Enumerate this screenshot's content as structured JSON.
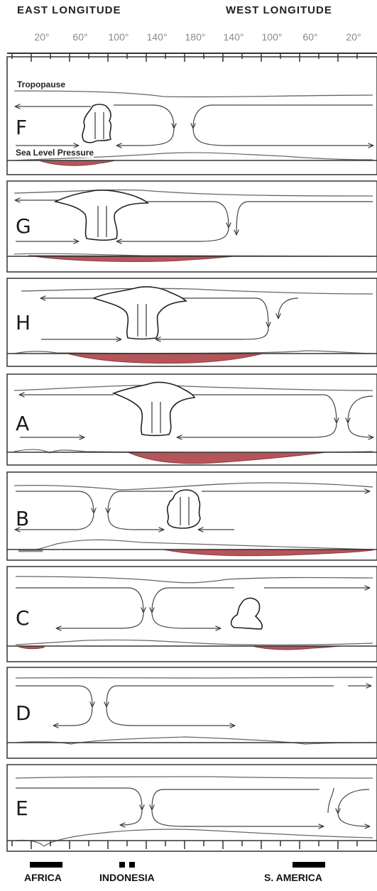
{
  "header": {
    "east": "EAST LONGITUDE",
    "west": "WEST LONGITUDE"
  },
  "ticks": [
    "20°",
    "60°",
    "100°",
    "140°",
    "180°",
    "140°",
    "100°",
    "60°",
    "20°"
  ],
  "panels": [
    {
      "letter": "F",
      "annotations": {
        "tropopause": "Tropopause",
        "slp": "Sea Level Pressure"
      }
    },
    {
      "letter": "G"
    },
    {
      "letter": "H"
    },
    {
      "letter": "A"
    },
    {
      "letter": "B"
    },
    {
      "letter": "C"
    },
    {
      "letter": "D"
    },
    {
      "letter": "E"
    }
  ],
  "regions": {
    "africa": "AFRICA",
    "indonesia": "INDONESIA",
    "south_america": "S. AMERICA"
  },
  "colors": {
    "low_pressure_fill": "#b5555a",
    "line": "#333333",
    "tick_label": "#8a8a8a"
  }
}
